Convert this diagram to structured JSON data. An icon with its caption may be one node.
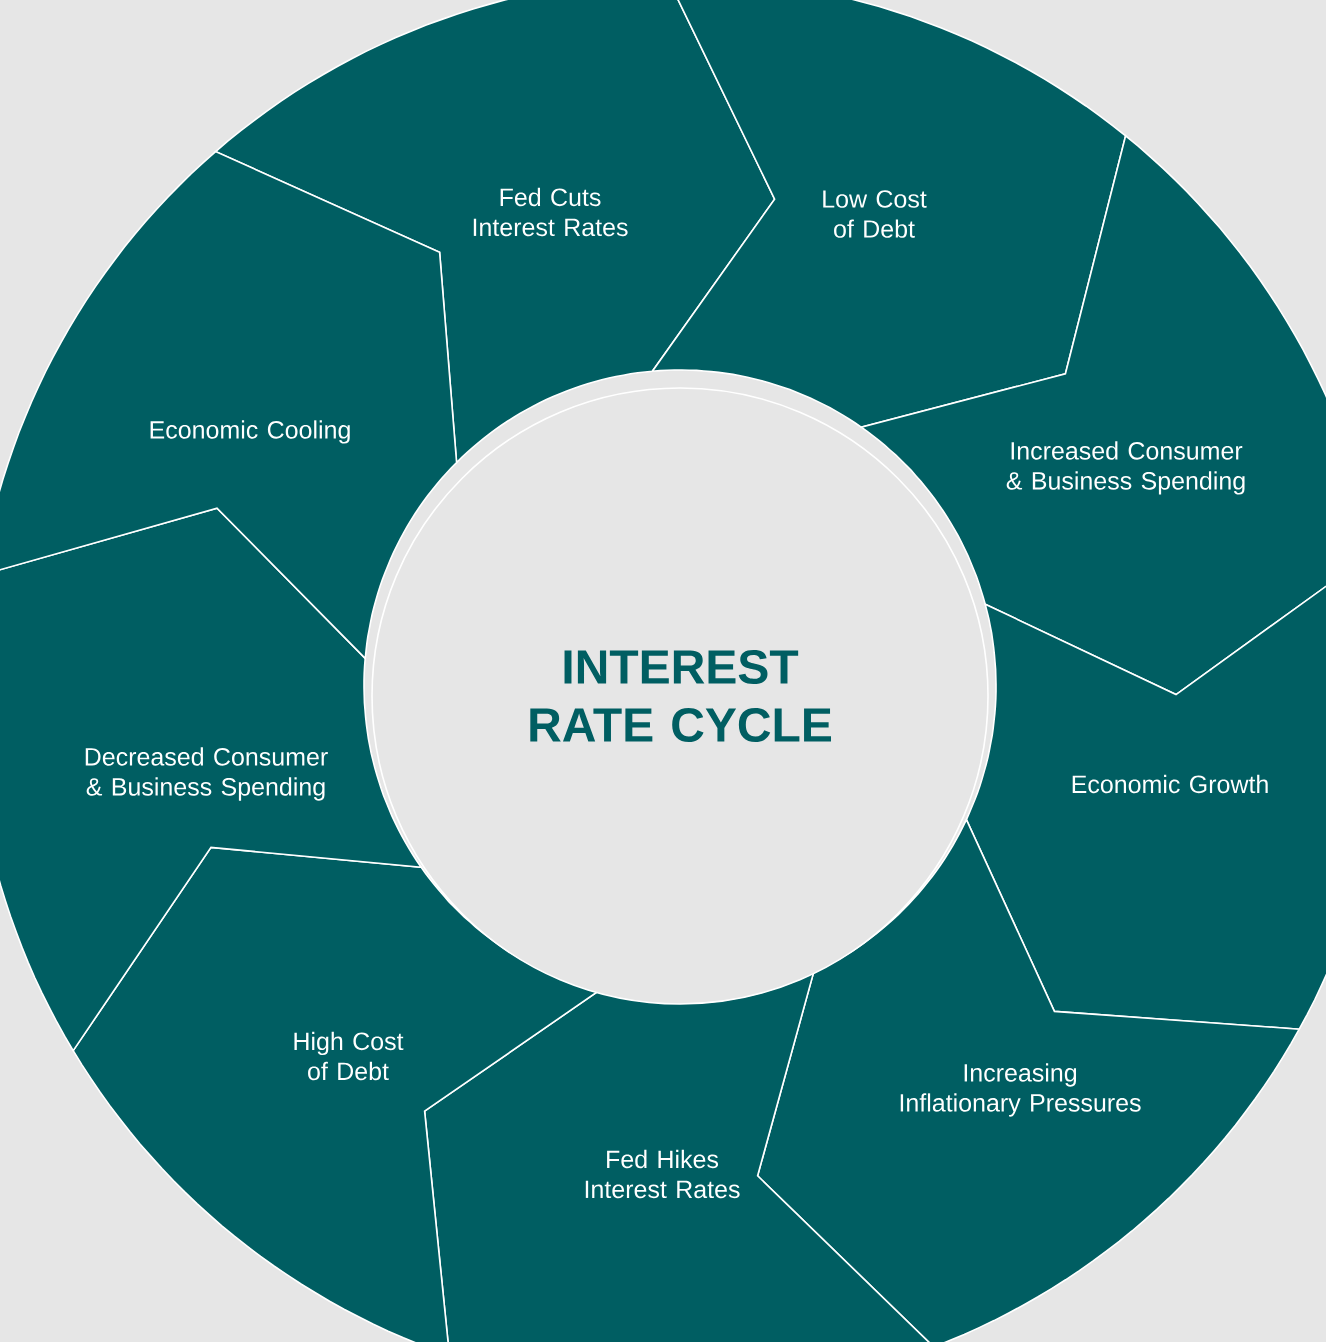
{
  "diagram": {
    "nodes": [
      {
        "text": [
          "INTEREST RATE CYCLE"
        ]
      },
      {
        "text": [
          "Fed Cuts Interest Rates"
        ]
      },
      {
        "text": [
          "Low Cost of Debt"
        ]
      },
      {
        "text": [
          "Increased Consumer & Business Spending"
        ]
      },
      {
        "text": [
          "Economic Growth"
        ]
      },
      {
        "text": [
          "Increasing Inflationary Pressures"
        ]
      },
      {
        "text": [
          "Fed Hikes Interest Rates"
        ]
      },
      {
        "text": [
          "High Cost of Debt"
        ]
      },
      {
        "text": [
          "Decreased Consumer & Business Spending"
        ]
      },
      {
        "text": [
          "Economic Cooling"
        ]
      }
    ]
  }
}
